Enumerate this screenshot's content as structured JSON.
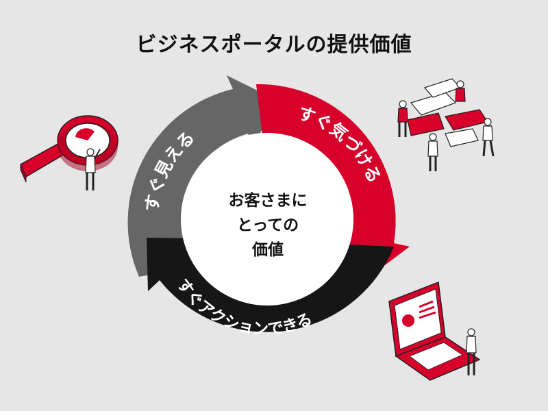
{
  "title": "ビジネスポータルの提供価値",
  "center": {
    "lines": [
      "お客さまに",
      "とっての",
      "価値"
    ]
  },
  "segments": [
    {
      "label": "すぐ見える",
      "color": "#666666"
    },
    {
      "label": "すぐ気づける",
      "color": "#d6002a"
    },
    {
      "label": "すぐアクションできる",
      "color": "#161616"
    }
  ],
  "colors": {
    "background": "#e6e6e6",
    "accent": "#d6002a",
    "center": "#ffffff"
  },
  "illustrations": [
    "magnifier-with-person",
    "puzzle-team",
    "laptop-with-person"
  ]
}
